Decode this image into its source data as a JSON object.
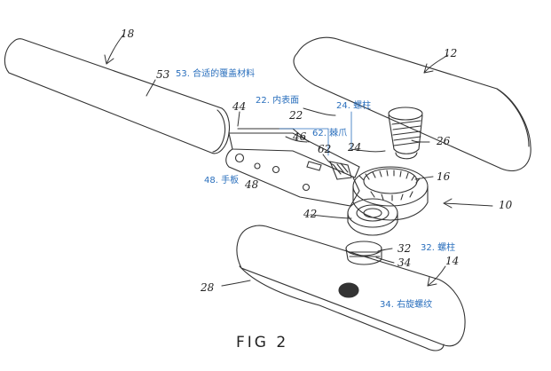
{
  "annotations": {
    "a53": "53. 合适的覆盖材料",
    "a22": "22. 内表面",
    "a24": "24. 螺柱",
    "a62": "62. 棘爪",
    "a48": "48. 手板",
    "a32": "32. 螺柱",
    "a34": "34. 右旋螺纹"
  },
  "refs": {
    "r18": "18",
    "r12": "12",
    "r53": "53",
    "r44": "44",
    "r22": "22",
    "r46": "46",
    "r62": "62",
    "r24": "24",
    "r26": "26",
    "r16": "16",
    "r10": "10",
    "r48": "48",
    "r42": "42",
    "r32": "32",
    "r34": "34",
    "r14": "14",
    "r28": "28"
  },
  "figure_label": "FIG 2"
}
